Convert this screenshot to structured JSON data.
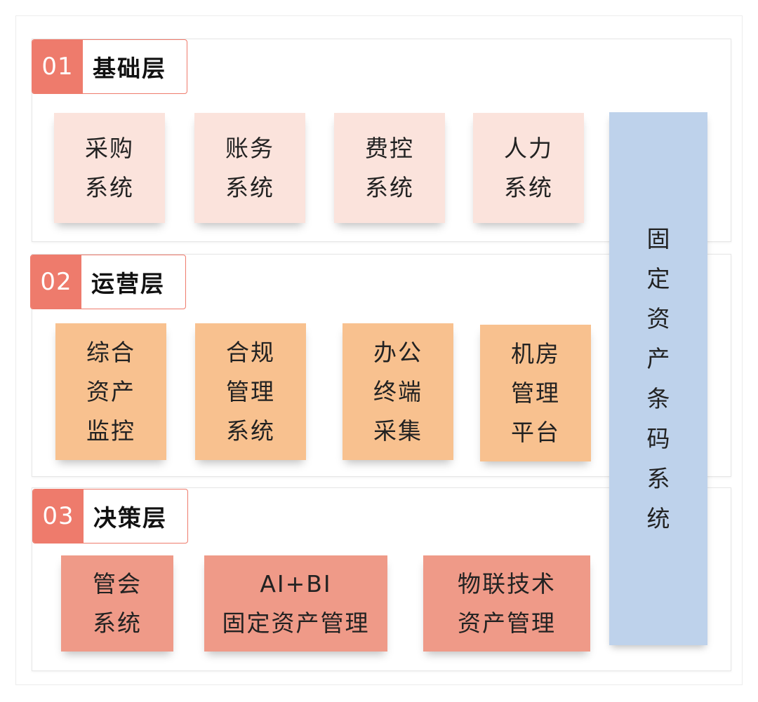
{
  "layers": [
    {
      "number": "01",
      "title": "基础层",
      "boxes": [
        {
          "lines": [
            "采购",
            "系统"
          ]
        },
        {
          "lines": [
            "账务",
            "系统"
          ]
        },
        {
          "lines": [
            "费控",
            "系统"
          ]
        },
        {
          "lines": [
            "人力",
            "系统"
          ]
        }
      ]
    },
    {
      "number": "02",
      "title": "运营层",
      "boxes": [
        {
          "lines": [
            "综合",
            "资产",
            "监控"
          ]
        },
        {
          "lines": [
            "合规",
            "管理",
            "系统"
          ]
        },
        {
          "lines": [
            "办公",
            "终端",
            "采集"
          ]
        },
        {
          "lines": [
            "机房",
            "管理",
            "平台"
          ]
        }
      ]
    },
    {
      "number": "03",
      "title": "决策层",
      "boxes": [
        {
          "lines": [
            "管会",
            "系统"
          ]
        },
        {
          "lines": [
            "AI+BI",
            "固定资产管理"
          ]
        },
        {
          "lines": [
            "物联技术",
            "资产管理"
          ]
        }
      ]
    }
  ],
  "side_bar": {
    "chars": [
      "固",
      "定",
      "资",
      "产",
      "条",
      "码",
      "系",
      "统"
    ]
  },
  "colors": {
    "accent": "#ee7b6c",
    "base_box": "#fbe3dc",
    "ops_box": "#f8c18f",
    "decision_box": "#ef9a88",
    "side_bar": "#bed2eb"
  }
}
